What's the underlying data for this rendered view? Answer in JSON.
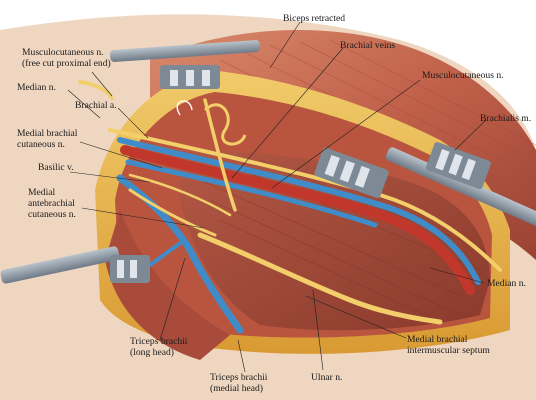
{
  "labels": {
    "biceps_retracted": "Biceps retracted",
    "brachial_veins": "Brachial veins",
    "musculocutaneous_free_1": "Musculocutaneous n.",
    "musculocutaneous_free_2": "(free cut proximal end)",
    "musculocutaneous": "Musculocutaneous n.",
    "median_left": "Median n.",
    "brachial_a": "Brachial a.",
    "brachialis": "Brachialis m.",
    "medial_brachial_cut_1": "Medial brachial",
    "medial_brachial_cut_2": "cutaneous n.",
    "basilic": "Basilic v.",
    "medial_antebrachial_1": "Medial",
    "medial_antebrachial_2": "antebrachial",
    "medial_antebrachial_3": "cutaneous n.",
    "median_right": "Median n.",
    "medial_septum_1": "Medial brachial",
    "medial_septum_2": "intermuscular septum",
    "triceps_long_1": "Triceps brachii",
    "triceps_long_2": "(long head)",
    "triceps_medial_1": "Triceps brachii",
    "triceps_medial_2": "(medial head)",
    "ulnar": "Ulnar n."
  },
  "colors": {
    "muscle": "#c0604a",
    "muscle_dark": "#9a4233",
    "fat": "#e8b64a",
    "fat_dark": "#c98e2a",
    "artery": "#c2372c",
    "vein": "#3f8cc9",
    "nerve": "#f2cf6a",
    "retractor": "#8e9aa6",
    "skin": "#e9c7a8"
  }
}
